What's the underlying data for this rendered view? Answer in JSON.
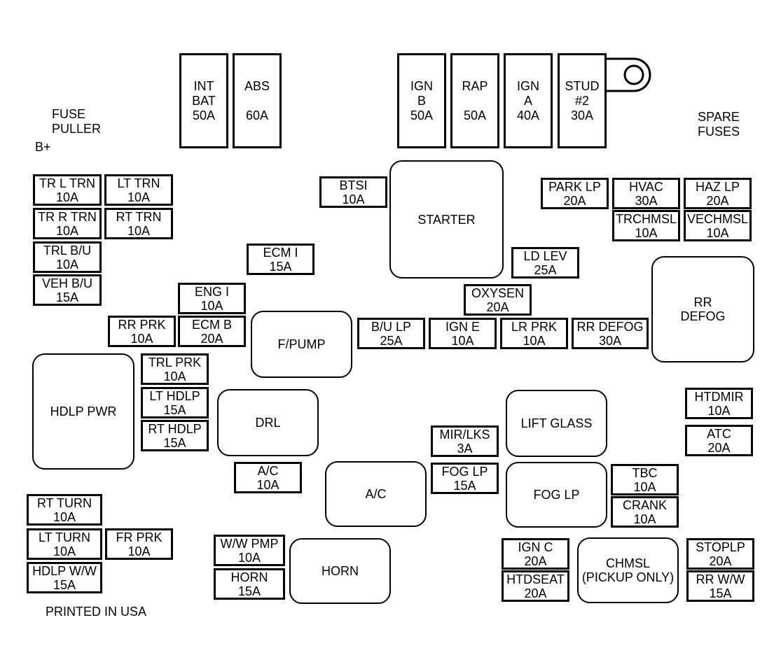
{
  "labels": {
    "fuse_puller": [
      "FUSE",
      "PULLER"
    ],
    "b_plus": "B+",
    "spare_fuses": [
      "SPARE",
      "FUSES"
    ],
    "printed_in_usa": "PRINTED IN USA"
  },
  "maxi_fuses": [
    {
      "lines": [
        "INT",
        "BAT",
        "50A"
      ]
    },
    {
      "lines": [
        "ABS",
        "",
        "60A"
      ]
    },
    {
      "lines": [
        "IGN",
        "B",
        "50A"
      ]
    },
    {
      "lines": [
        "RAP",
        "",
        "50A"
      ]
    },
    {
      "lines": [
        "IGN",
        "A",
        "40A"
      ]
    },
    {
      "lines": [
        "STUD",
        "#2",
        "30A"
      ]
    }
  ],
  "fuses": [
    {
      "name": "TR L TRN",
      "rating": "10A"
    },
    {
      "name": "LT TRN",
      "rating": "10A"
    },
    {
      "name": "TR R TRN",
      "rating": "10A"
    },
    {
      "name": "RT TRN",
      "rating": "10A"
    },
    {
      "name": "TRL B/U",
      "rating": "10A"
    },
    {
      "name": "VEH B/U",
      "rating": "15A"
    },
    {
      "name": "BTSI",
      "rating": "10A"
    },
    {
      "name": "ECM I",
      "rating": "15A"
    },
    {
      "name": "ENG I",
      "rating": "10A"
    },
    {
      "name": "RR PRK",
      "rating": "10A"
    },
    {
      "name": "ECM B",
      "rating": "20A"
    },
    {
      "name": "TRL PRK",
      "rating": "10A"
    },
    {
      "name": "LT HDLP",
      "rating": "15A"
    },
    {
      "name": "RT HDLP",
      "rating": "15A"
    },
    {
      "name": "A/C",
      "rating": "10A"
    },
    {
      "name": "RT TURN",
      "rating": "10A"
    },
    {
      "name": "LT TURN",
      "rating": "10A"
    },
    {
      "name": "FR PRK",
      "rating": "10A"
    },
    {
      "name": "HDLP W/W",
      "rating": "15A"
    },
    {
      "name": "W/W PMP",
      "rating": "10A"
    },
    {
      "name": "HORN",
      "rating": "15A"
    },
    {
      "name": "PARK LP",
      "rating": "20A"
    },
    {
      "name": "HVAC",
      "rating": "30A"
    },
    {
      "name": "HAZ LP",
      "rating": "20A"
    },
    {
      "name": "TRCHMSL",
      "rating": "10A"
    },
    {
      "name": "VECHMSL",
      "rating": "10A"
    },
    {
      "name": "LD LEV",
      "rating": "25A"
    },
    {
      "name": "OXYSEN",
      "rating": "20A"
    },
    {
      "name": "B/U LP",
      "rating": "25A"
    },
    {
      "name": "IGN E",
      "rating": "10A"
    },
    {
      "name": "LR PRK",
      "rating": "10A"
    },
    {
      "name": "RR DEFOG",
      "rating": "30A"
    },
    {
      "name": "MIR/LKS",
      "rating": "3A"
    },
    {
      "name": "FOG LP",
      "rating": "15A"
    },
    {
      "name": "HTDMIR",
      "rating": "10A"
    },
    {
      "name": "ATC",
      "rating": "20A"
    },
    {
      "name": "TBC",
      "rating": "10A"
    },
    {
      "name": "CRANK",
      "rating": "10A"
    },
    {
      "name": "IGN C",
      "rating": "20A"
    },
    {
      "name": "HTDSEAT",
      "rating": "20A"
    },
    {
      "name": "STOPLP",
      "rating": "20A"
    },
    {
      "name": "RR W/W",
      "rating": "15A"
    }
  ],
  "relays": [
    {
      "lines": [
        "STARTER"
      ]
    },
    {
      "lines": [
        "RR",
        "DEFOG"
      ]
    },
    {
      "lines": [
        "F/PUMP"
      ]
    },
    {
      "lines": [
        "HDLP PWR"
      ]
    },
    {
      "lines": [
        "DRL"
      ]
    },
    {
      "lines": [
        "LIFT GLASS"
      ]
    },
    {
      "lines": [
        "A/C"
      ]
    },
    {
      "lines": [
        "FOG LP"
      ]
    },
    {
      "lines": [
        "HORN"
      ]
    },
    {
      "lines": [
        "CHMSL",
        "(PICKUP ONLY)"
      ]
    }
  ]
}
